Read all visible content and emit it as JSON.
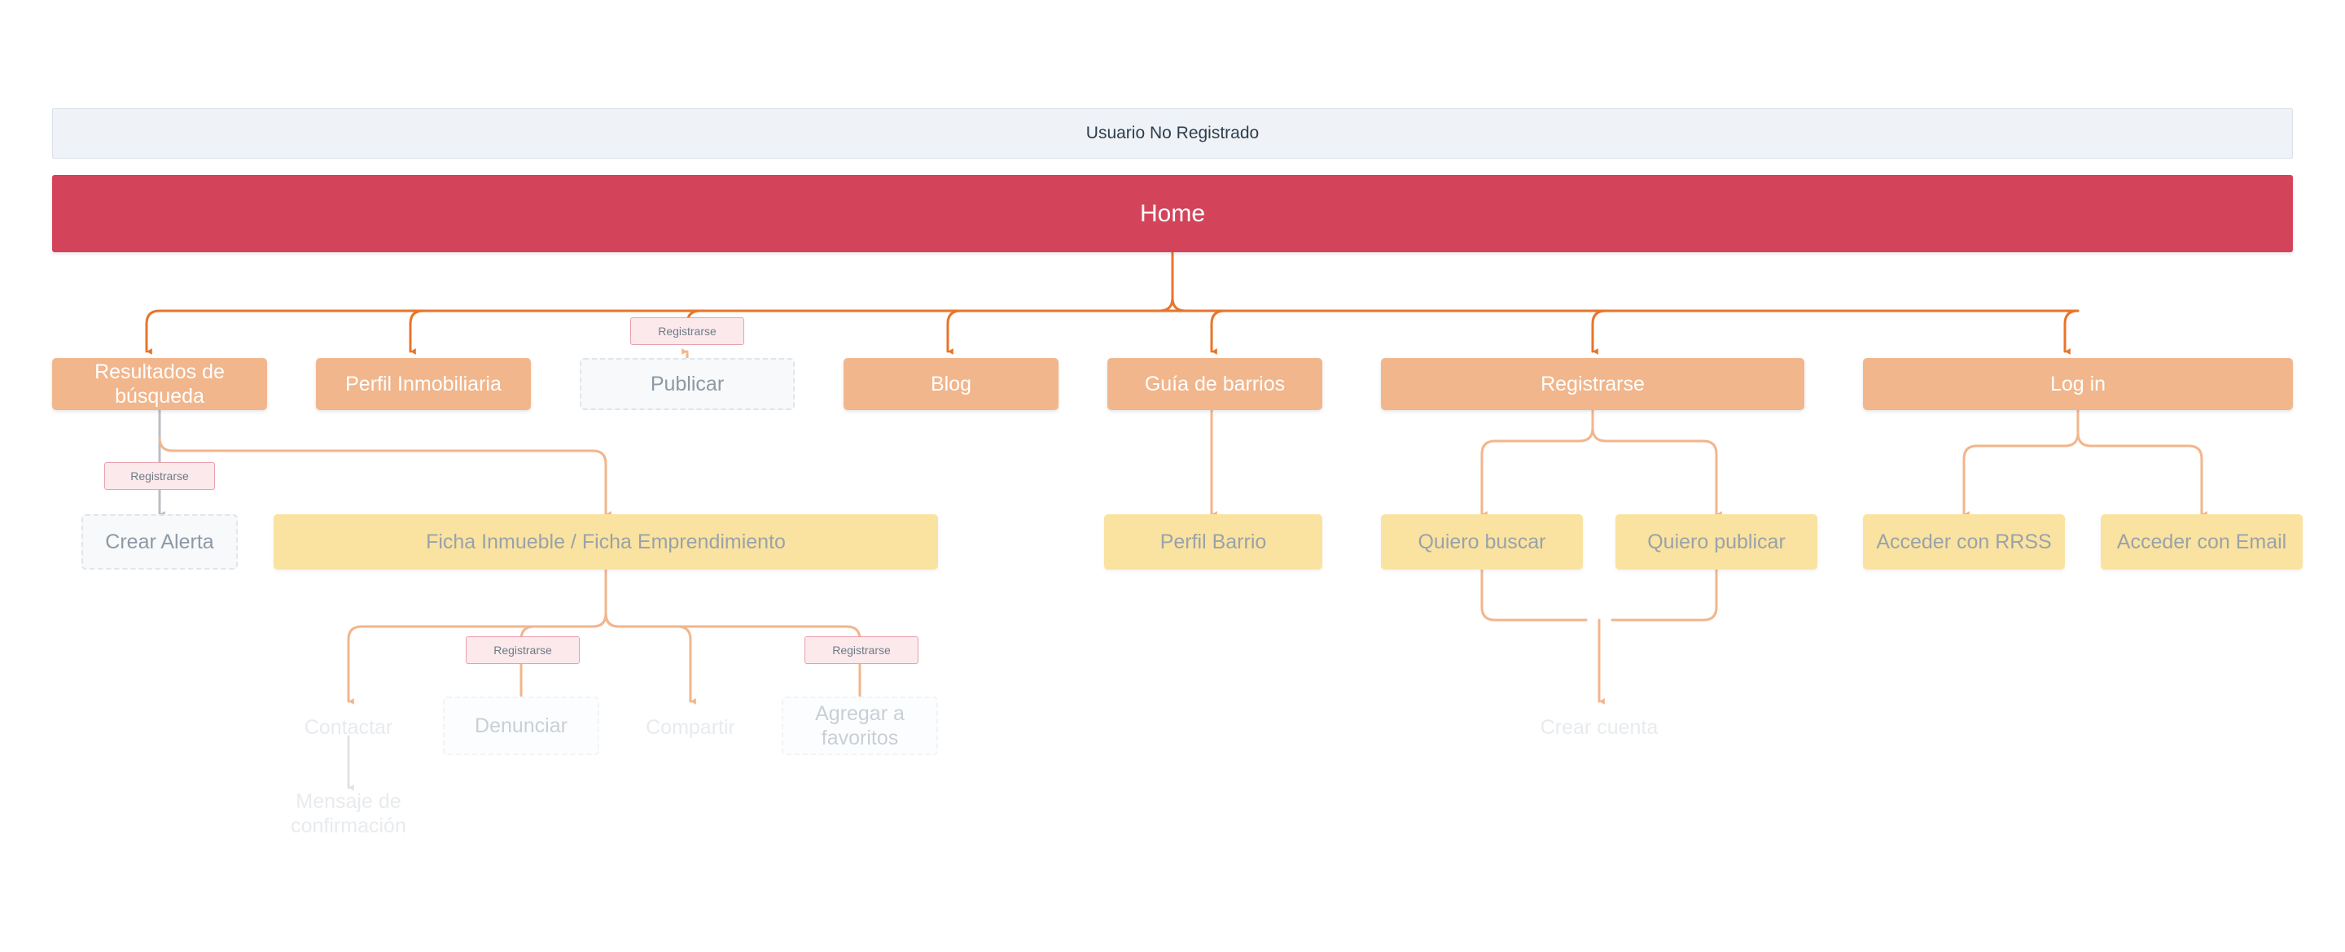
{
  "diagram": {
    "title": "Usuario No Registrado",
    "type": "sitemap-flowchart",
    "colors": {
      "header_bg": "#eff3f7",
      "header_text": "#2e3d4c",
      "root_bg": "#d3445a",
      "level1_bg": "#f1b68c",
      "level2_bg": "#fae3a0",
      "gate_bg": "#fbe9ec",
      "gate_border": "#e8a0ae",
      "connector_strong": "#e8752a",
      "connector_soft": "#f3b58c",
      "connector_grey": "#b8bfc6",
      "ghost_border": "#dfe5ea",
      "canvas_bg": "#ffffff"
    }
  },
  "header": {
    "label": "Usuario No Registrado"
  },
  "root": {
    "label": "Home"
  },
  "level1": [
    {
      "id": "resultados",
      "label": "Resultados de búsqueda",
      "style": "orange"
    },
    {
      "id": "perfil-inmo",
      "label": "Perfil Inmobiliaria",
      "style": "orange"
    },
    {
      "id": "publicar",
      "label": "Publicar",
      "style": "ghost"
    },
    {
      "id": "blog",
      "label": "Blog",
      "style": "orange"
    },
    {
      "id": "guia",
      "label": "Guía de barrios",
      "style": "orange"
    },
    {
      "id": "registrarse",
      "label": "Registrarse",
      "style": "orange"
    },
    {
      "id": "login",
      "label": "Log in",
      "style": "orange"
    }
  ],
  "level2": [
    {
      "id": "crear-alerta",
      "label": "Crear Alerta",
      "style": "ghost"
    },
    {
      "id": "ficha",
      "label": "Ficha Inmueble / Ficha Emprendimiento",
      "style": "yellow"
    },
    {
      "id": "perfil-barrio",
      "label": "Perfil Barrio",
      "style": "yellow"
    },
    {
      "id": "quiero-buscar",
      "label": "Quiero buscar",
      "style": "yellow"
    },
    {
      "id": "quiero-publicar",
      "label": "Quiero publicar",
      "style": "yellow"
    },
    {
      "id": "acceder-rrss",
      "label": "Acceder con RRSS",
      "style": "yellow"
    },
    {
      "id": "acceder-email",
      "label": "Acceder con Email",
      "style": "yellow"
    }
  ],
  "level3": [
    {
      "id": "contactar",
      "label": "Contactar",
      "style": "plain-faint"
    },
    {
      "id": "denunciar",
      "label": "Denunciar",
      "style": "ghost-faint"
    },
    {
      "id": "compartir",
      "label": "Compartir",
      "style": "plain-faint"
    },
    {
      "id": "favoritos",
      "label": "Agregar a favoritos",
      "style": "ghost-faint"
    },
    {
      "id": "crear-cuenta",
      "label": "Crear cuenta",
      "style": "plain-faint"
    }
  ],
  "level4": [
    {
      "id": "mensaje-confirmacion",
      "label": "Mensaje de confirmación",
      "style": "plain-faint"
    }
  ],
  "gates": [
    {
      "id": "gate-publicar",
      "label": "Registrarse"
    },
    {
      "id": "gate-alerta",
      "label": "Registrarse"
    },
    {
      "id": "gate-denunciar",
      "label": "Registrarse"
    },
    {
      "id": "gate-favoritos",
      "label": "Registrarse"
    }
  ]
}
